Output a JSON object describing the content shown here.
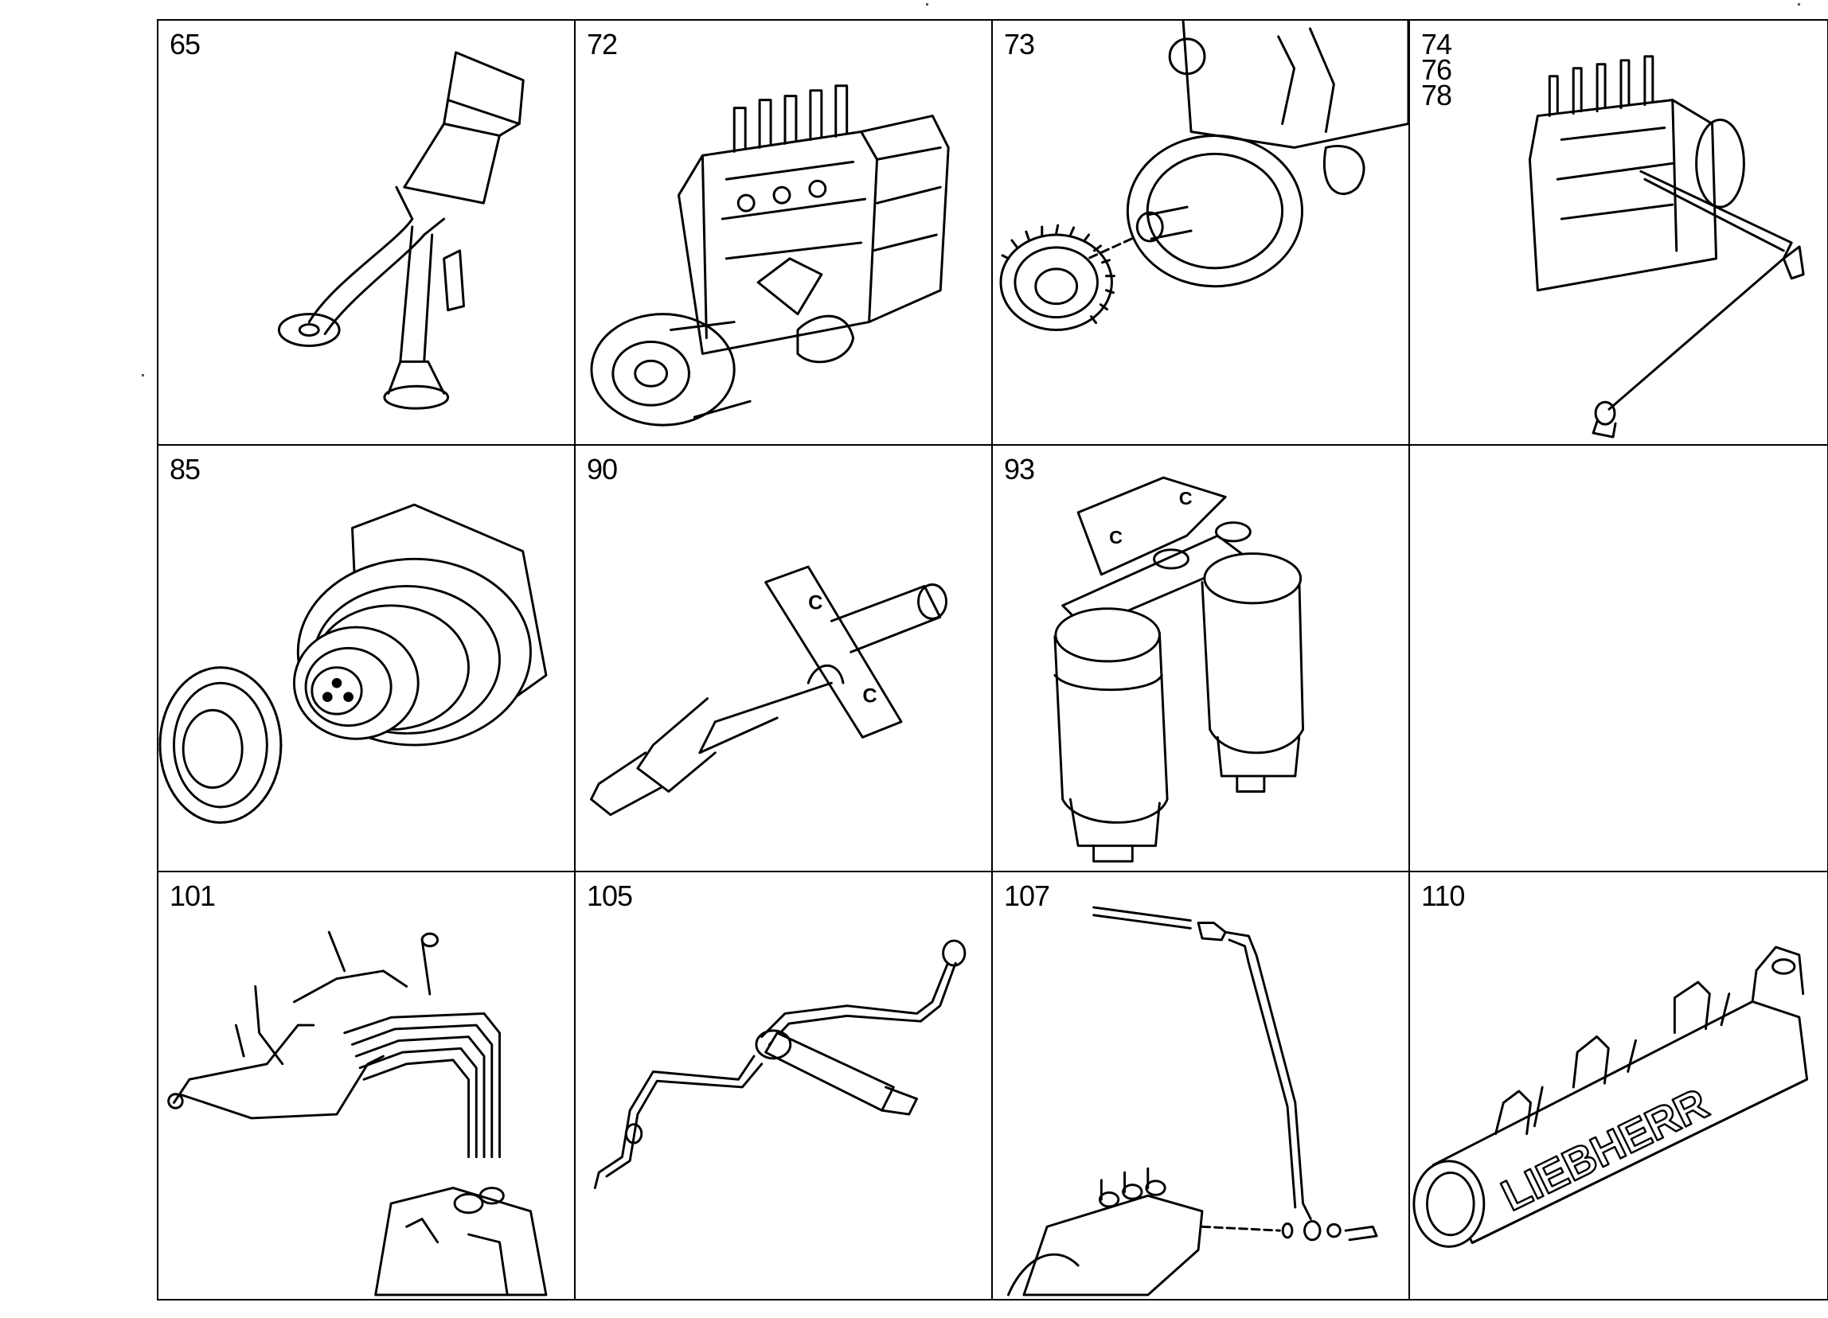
{
  "cells": [
    {
      "numbers": [
        "65"
      ],
      "part": "oil-suction-pipe"
    },
    {
      "numbers": [
        "72"
      ],
      "part": "injection-pump"
    },
    {
      "numbers": [
        "73"
      ],
      "part": "pump-drive-gear"
    },
    {
      "numbers": [
        "74",
        "76",
        "78"
      ],
      "part": "injection-pump-with-line"
    },
    {
      "numbers": [
        "85"
      ],
      "part": "alternator-with-gear"
    },
    {
      "numbers": [
        "90"
      ],
      "part": "injector-nozzle"
    },
    {
      "numbers": [
        "93"
      ],
      "part": "twin-fuel-filter"
    },
    {
      "numbers": [],
      "part": "empty"
    },
    {
      "numbers": [
        "101"
      ],
      "part": "injection-lines"
    },
    {
      "numbers": [
        "105"
      ],
      "part": "injector-with-line"
    },
    {
      "numbers": [
        "107"
      ],
      "part": "return-line"
    },
    {
      "numbers": [
        "110"
      ],
      "part": "intake-manifold"
    }
  ],
  "manifold_lettering": "LIEBHERR"
}
